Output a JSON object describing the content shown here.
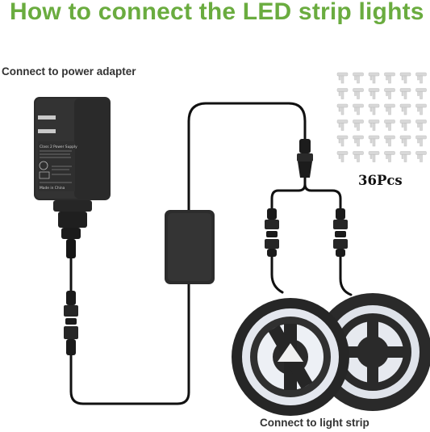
{
  "title": "How to connect the LED strip lights",
  "labels": {
    "power": "Connect to power adapter",
    "strip": "Connect to light strip",
    "clips_count": "36Pcs"
  },
  "adapter_print": {
    "line1": "Class 2 Power Supply",
    "line2": "Made in China"
  },
  "colors": {
    "title": "#6aac3f",
    "cable": "#111111",
    "adapter": "#2b2b2b",
    "clip": "#d8d8d8"
  },
  "icons": [
    "power-adapter",
    "controller-box",
    "cable-connector",
    "led-strip-reel",
    "mounting-clip"
  ]
}
